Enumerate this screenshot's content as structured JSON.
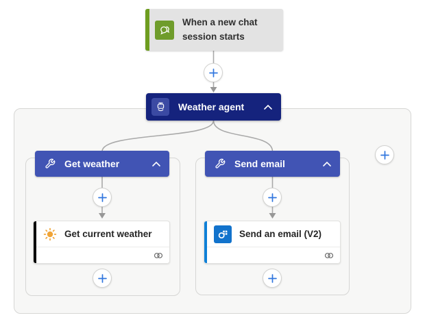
{
  "trigger": {
    "title": "When a new chat session starts",
    "accent_color": "#6E9D20",
    "icon_bg": "#6F9C2B",
    "icon": "chat-icon"
  },
  "agent": {
    "title": "Weather agent",
    "bg_color": "#15237D",
    "icon_bg": "#3B4AA3",
    "icon": "bot-icon",
    "collapse_icon": "chevron-up-icon"
  },
  "branches": [
    {
      "title": "Get weather",
      "header_color": "#4154B4",
      "icon": "wrench-icon",
      "collapse_icon": "chevron-up-icon",
      "action": {
        "title": "Get current weather",
        "accent_color": "#000000",
        "icon": "sun-icon",
        "status_icon": "connection-icon"
      }
    },
    {
      "title": "Send email",
      "header_color": "#4154B4",
      "icon": "wrench-icon",
      "collapse_icon": "chevron-up-icon",
      "action": {
        "title": "Send an email (V2)",
        "accent_color": "#0F80D7",
        "icon": "outlook-icon",
        "icon_bg": "#1273CC",
        "status_icon": "connection-icon"
      }
    }
  ],
  "add_buttons": {
    "count": 6,
    "icon": "add-icon",
    "plus_color": "#3076DE"
  },
  "connector_color": "#A9A9A9"
}
